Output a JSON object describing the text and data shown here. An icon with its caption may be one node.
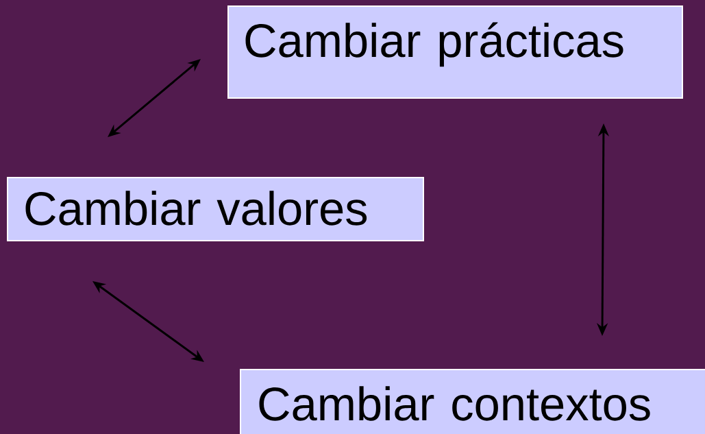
{
  "diagram": {
    "nodes": [
      {
        "text": [
          "Cambiar prácticas"
        ]
      },
      {
        "text": [
          "Cambiar valores"
        ]
      },
      {
        "text": [
          "Cambiar contextos"
        ]
      }
    ],
    "edges": [
      {
        "from": 1,
        "to": 0,
        "arrow": "both"
      },
      {
        "from": 1,
        "to": 2,
        "arrow": "both"
      },
      {
        "from": 0,
        "to": 2,
        "arrow": "both"
      }
    ]
  }
}
